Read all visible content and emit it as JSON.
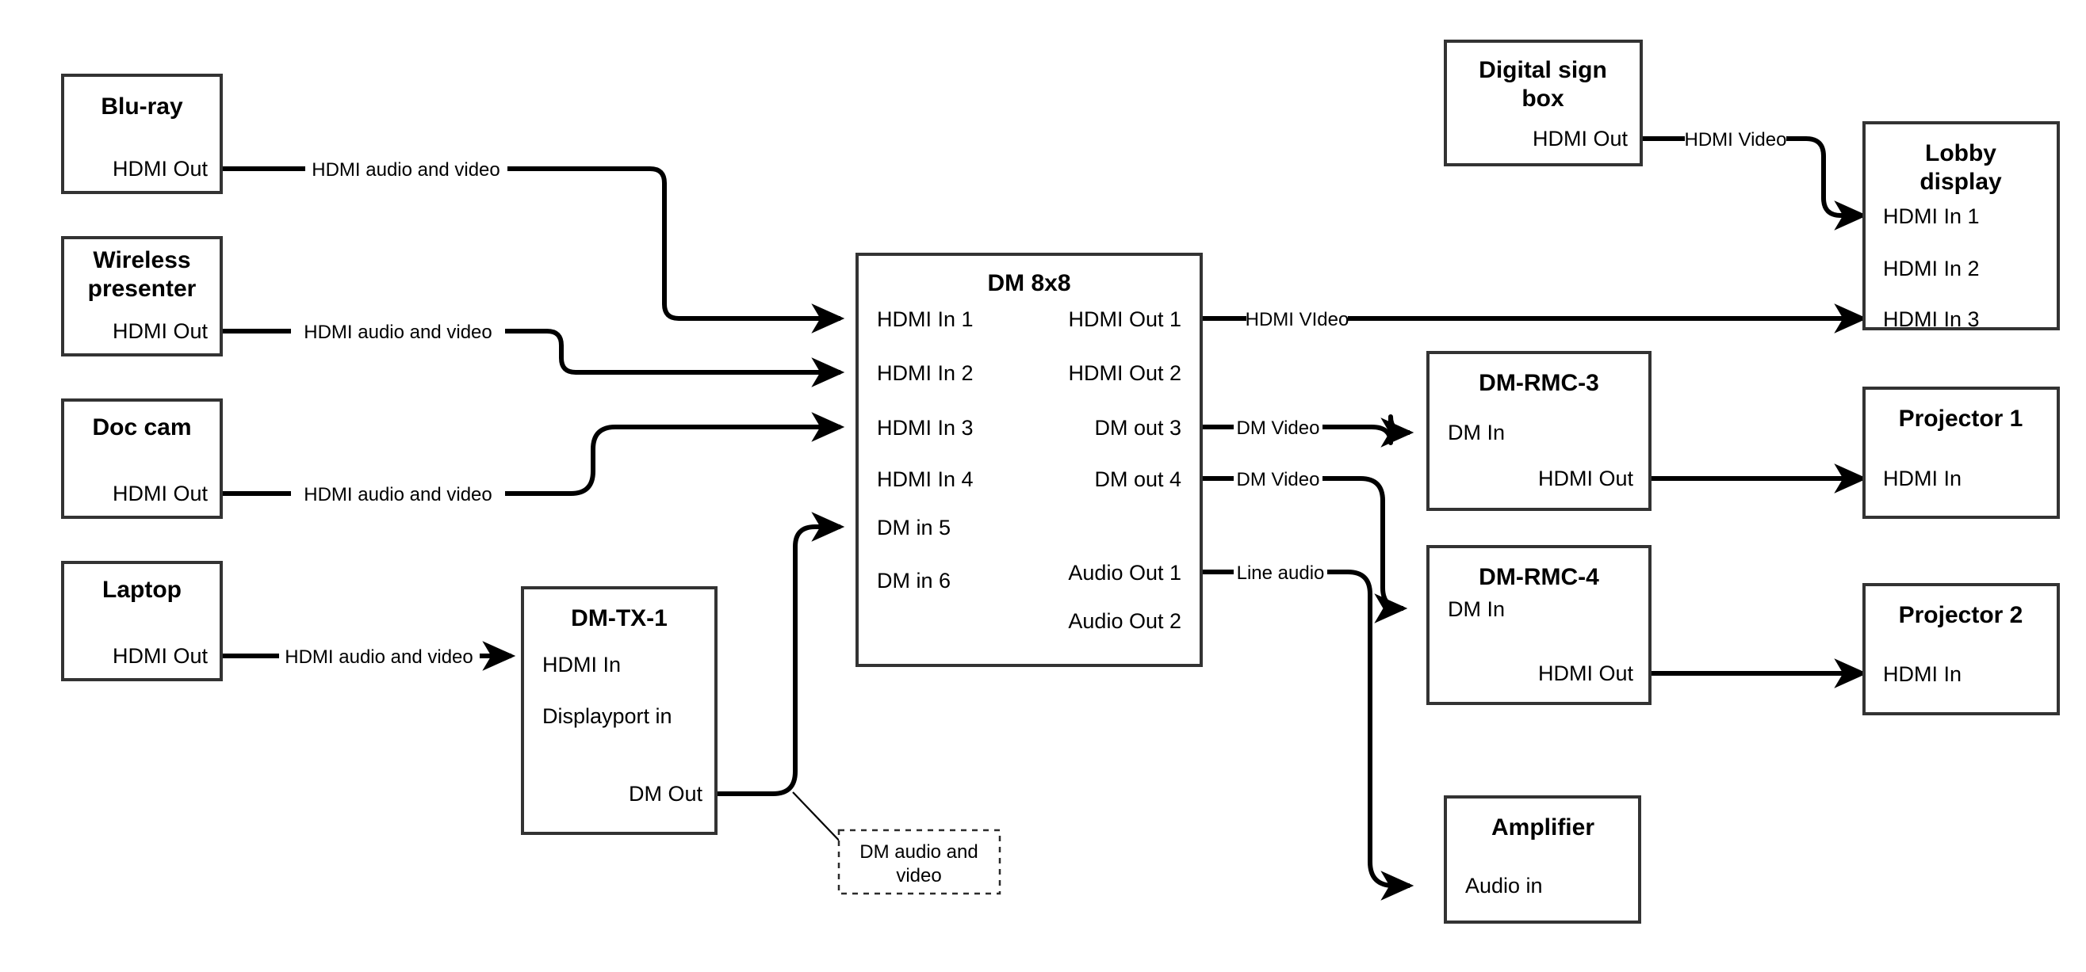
{
  "diagram": {
    "title": "AV System Signal Flow",
    "colors": {
      "box_stroke": "#333333",
      "wire": "#000000",
      "background": "#ffffff",
      "note_stroke": "#2b2b2b"
    },
    "nodes": [
      {
        "id": "bluray",
        "title": "Blu-ray",
        "ports_left": [],
        "ports_right": [
          "HDMI Out"
        ]
      },
      {
        "id": "wireless-presenter",
        "title": "Wireless presenter",
        "title_line1": "Wireless",
        "title_line2": "presenter",
        "ports_left": [],
        "ports_right": [
          "HDMI Out"
        ]
      },
      {
        "id": "doc-cam",
        "title": "Doc cam",
        "ports_left": [],
        "ports_right": [
          "HDMI Out"
        ]
      },
      {
        "id": "laptop",
        "title": "Laptop",
        "ports_left": [],
        "ports_right": [
          "HDMI Out"
        ]
      },
      {
        "id": "dm-tx-1",
        "title": "DM-TX-1",
        "ports_left": [
          "HDMI In",
          "Displayport in"
        ],
        "ports_right": [
          "DM Out"
        ]
      },
      {
        "id": "dm-8x8",
        "title": "DM 8x8",
        "ports_left": [
          "HDMI In 1",
          "HDMI In 2",
          "HDMI In 3",
          "HDMI In 4",
          "DM in 5",
          "DM in 6"
        ],
        "ports_right": [
          "HDMI Out 1",
          "HDMI Out 2",
          "DM out 3",
          "DM out 4",
          "Audio Out 1",
          "Audio Out 2"
        ]
      },
      {
        "id": "digital-sign-box",
        "title": "Digital sign box",
        "title_line1": "Digital sign",
        "title_line2": "box",
        "ports_left": [],
        "ports_right": [
          "HDMI Out"
        ]
      },
      {
        "id": "lobby-display",
        "title": "Lobby display",
        "title_line1": "Lobby",
        "title_line2": "display",
        "ports_left": [
          "HDMI In 1",
          "HDMI In 2",
          "HDMI In 3"
        ],
        "ports_right": []
      },
      {
        "id": "dm-rmc-3",
        "title": "DM-RMC-3",
        "ports_left": [
          "DM In"
        ],
        "ports_right": [
          "HDMI Out"
        ]
      },
      {
        "id": "dm-rmc-4",
        "title": "DM-RMC-4",
        "ports_left": [
          "DM In"
        ],
        "ports_right": [
          "HDMI Out"
        ]
      },
      {
        "id": "projector-1",
        "title": "Projector 1",
        "ports_left": [
          "HDMI In"
        ],
        "ports_right": []
      },
      {
        "id": "projector-2",
        "title": "Projector 2",
        "ports_left": [
          "HDMI In"
        ],
        "ports_right": []
      },
      {
        "id": "amplifier",
        "title": "Amplifier",
        "ports_left": [
          "Audio in"
        ],
        "ports_right": []
      }
    ],
    "edge_labels": {
      "bluray_to_dm": "HDMI audio and video",
      "wireless_to_dm": "HDMI audio and video",
      "doccam_to_dm": "HDMI audio and video",
      "laptop_to_tx": "HDMI audio and video",
      "signbox_to_lobby": "HDMI Video",
      "hdmiout1_to_lobby": "HDMI VIdeo",
      "dmout3_to_rmc3": "DM Video",
      "dmout4_to_rmc4": "DM Video",
      "audioout1_to_amp": "Line audio"
    },
    "note": {
      "id": "dm-audio-video-note",
      "line1": "DM audio and",
      "line2": "video"
    }
  }
}
